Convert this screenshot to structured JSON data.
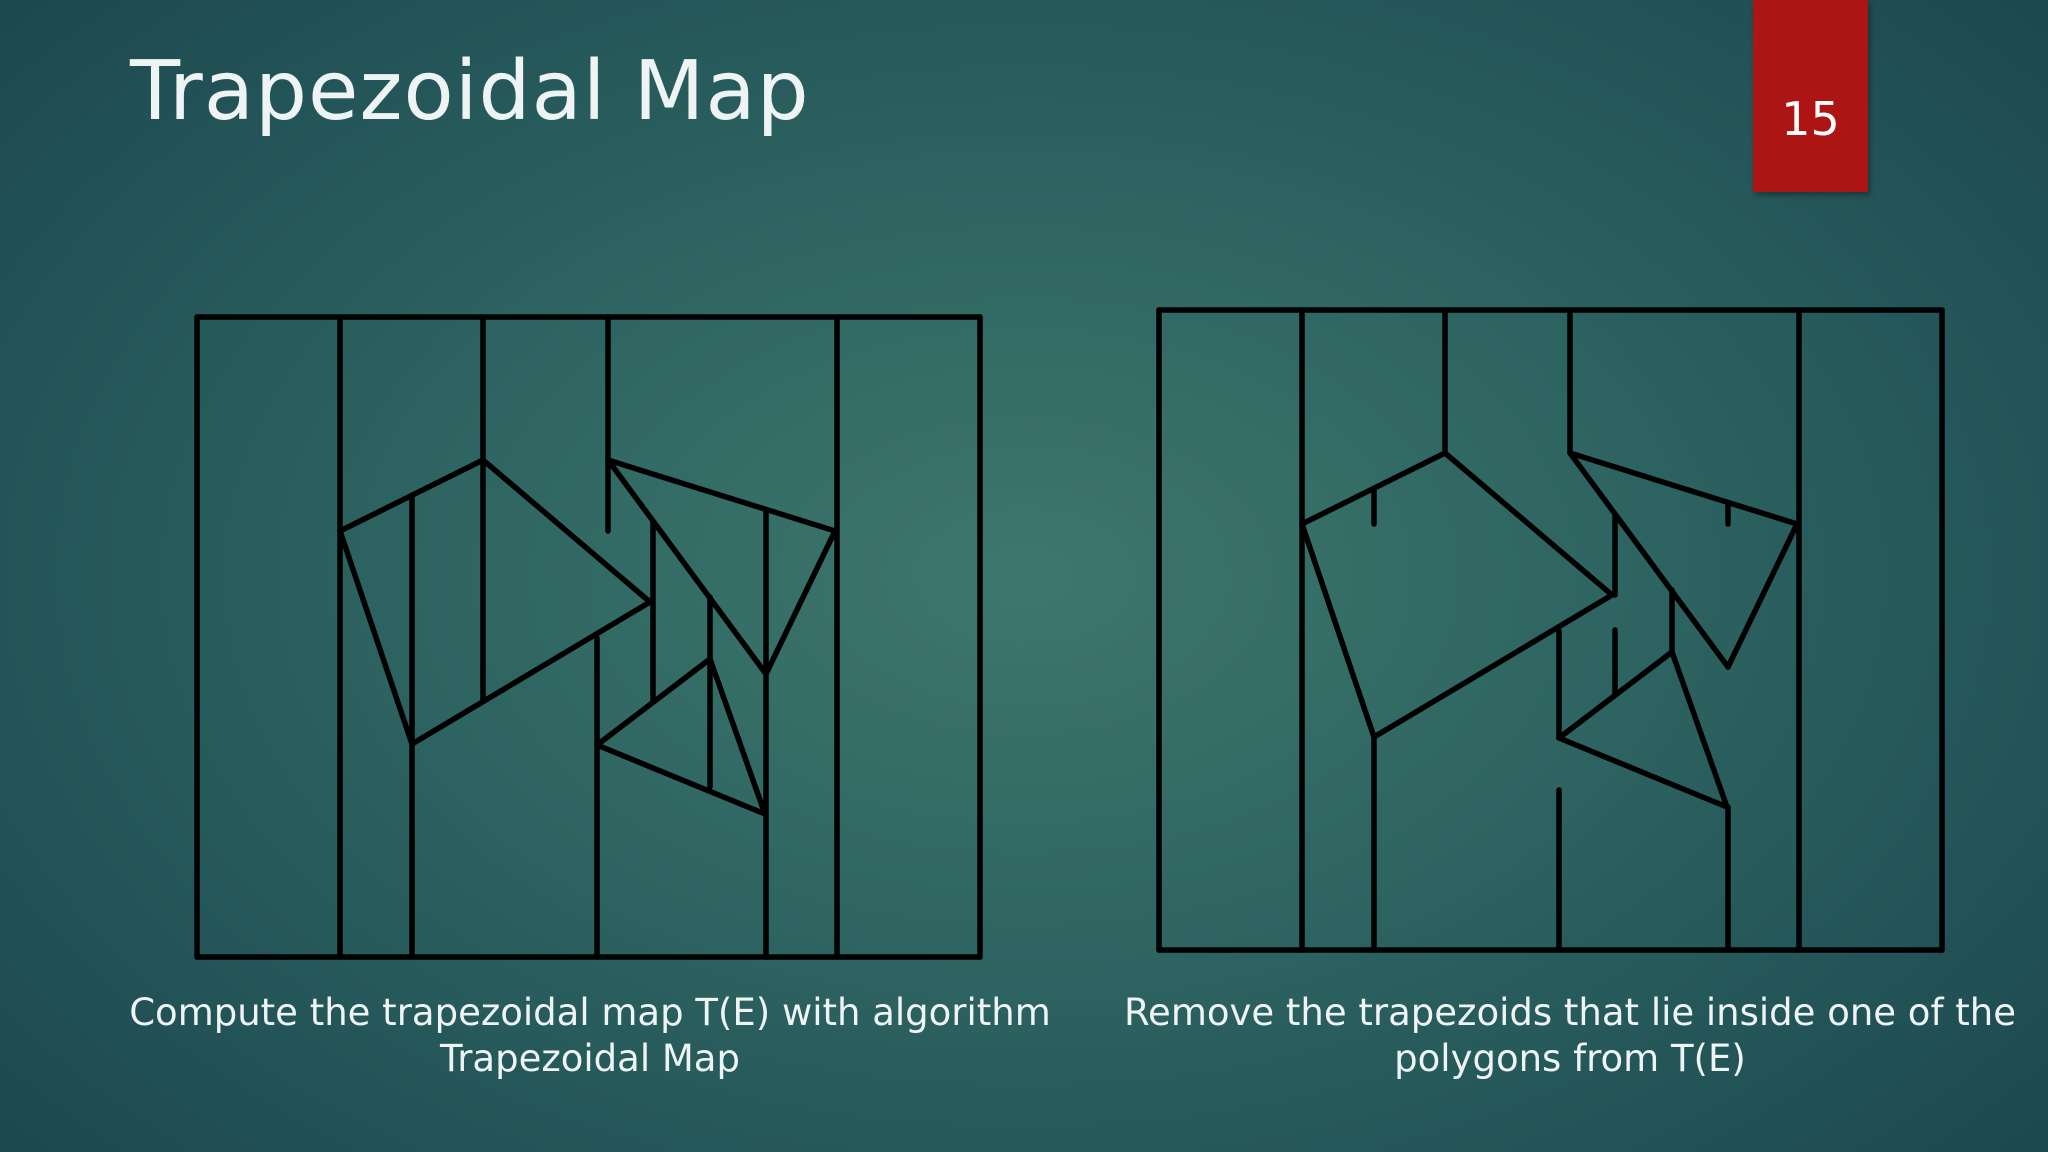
{
  "slide": {
    "title": "Trapezoidal Map",
    "page_number": "15"
  },
  "captions": {
    "left": "Compute the trapezoidal map T(E) with algorithm Trapezoidal Map",
    "right": "Remove the trapezoids that lie inside one of the polygons from T(E)"
  },
  "colors": {
    "background": "#2f6662",
    "badge": "#ad1414",
    "text": "#eef3f3",
    "lines": "#000000"
  }
}
